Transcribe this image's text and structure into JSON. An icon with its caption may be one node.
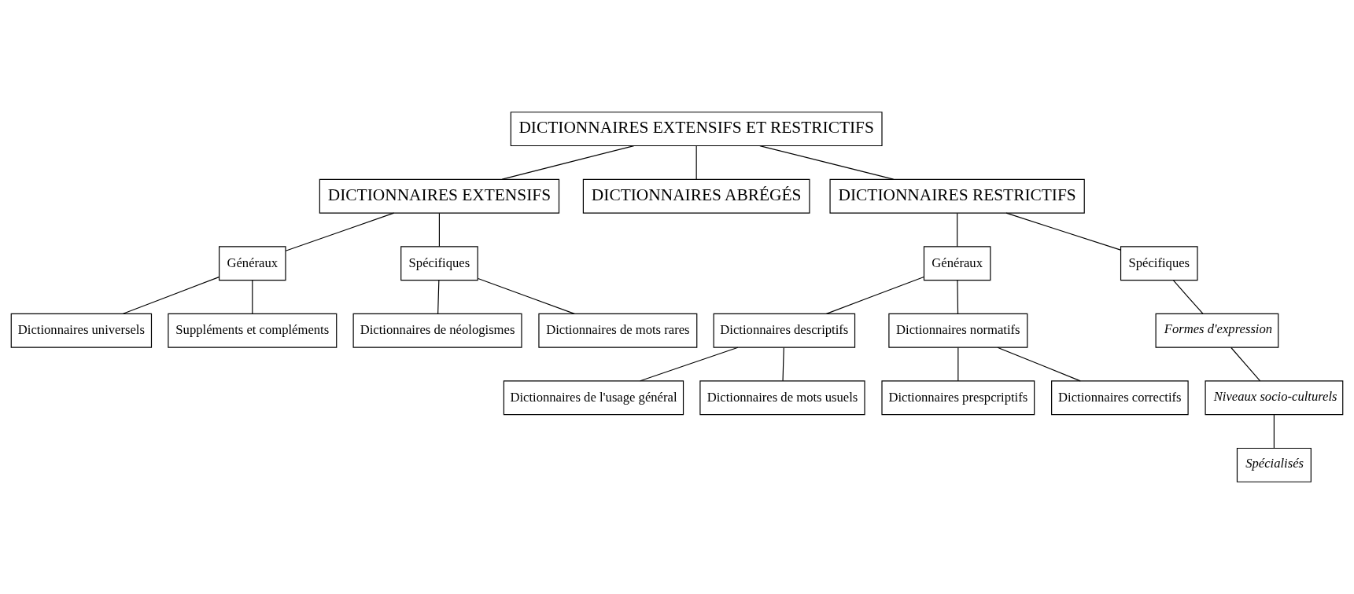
{
  "diagram": {
    "nodes": [
      {
        "text": [
          "DICTIONNAIRES EXTENSIFS ET RESTRICTIFS"
        ]
      },
      {
        "text": [
          "DICTIONNAIRES EXTENSIFS"
        ]
      },
      {
        "text": [
          "DICTIONNAIRES ABRÉGÉS"
        ]
      },
      {
        "text": [
          "DICTIONNAIRES RESTRICTIFS"
        ]
      },
      {
        "text": [
          "Généraux"
        ]
      },
      {
        "text": [
          "Spécifiques"
        ]
      },
      {
        "text": [
          "Dictionnaires universels"
        ]
      },
      {
        "text": [
          "Suppléments et compléments"
        ]
      },
      {
        "text": [
          "Dictionnaires de néologismes"
        ]
      },
      {
        "text": [
          "Dictionnaires de mots rares"
        ]
      },
      {
        "text": [
          "Généraux"
        ]
      },
      {
        "text": [
          "Spécifiques"
        ]
      },
      {
        "text": [
          "Dictionnaires descriptifs"
        ]
      },
      {
        "text": [
          "Dictionnaires normatifs"
        ]
      },
      {
        "text": [
          "Formes d'expression"
        ]
      },
      {
        "text": [
          "Niveaux socio-culturels"
        ]
      },
      {
        "text": [
          "Spécialisés"
        ]
      },
      {
        "text": [
          "Dictionnaires de l'usage général"
        ]
      },
      {
        "text": [
          "Dictionnaires de mots usuels"
        ]
      },
      {
        "text": [
          "Dictionnaires prespcriptifs"
        ]
      },
      {
        "text": [
          "Dictionnaires correctifs"
        ]
      }
    ],
    "edges": [
      {
        "from": 0,
        "to": 1,
        "arrow": "none"
      },
      {
        "from": 0,
        "to": 2,
        "arrow": "none"
      },
      {
        "from": 0,
        "to": 3,
        "arrow": "none"
      },
      {
        "from": 1,
        "to": 4,
        "arrow": "none"
      },
      {
        "from": 1,
        "to": 5,
        "arrow": "none"
      },
      {
        "from": 4,
        "to": 6,
        "arrow": "none"
      },
      {
        "from": 4,
        "to": 7,
        "arrow": "none"
      },
      {
        "from": 5,
        "to": 8,
        "arrow": "none"
      },
      {
        "from": 5,
        "to": 9,
        "arrow": "none"
      },
      {
        "from": 3,
        "to": 10,
        "arrow": "none"
      },
      {
        "from": 3,
        "to": 11,
        "arrow": "none"
      },
      {
        "from": 10,
        "to": 12,
        "arrow": "none"
      },
      {
        "from": 10,
        "to": 13,
        "arrow": "none"
      },
      {
        "from": 11,
        "to": 14,
        "arrow": "none"
      },
      {
        "from": 14,
        "to": 15,
        "arrow": "none"
      },
      {
        "from": 15,
        "to": 16,
        "arrow": "none"
      },
      {
        "from": 12,
        "to": 17,
        "arrow": "none"
      },
      {
        "from": 12,
        "to": 18,
        "arrow": "none"
      },
      {
        "from": 13,
        "to": 19,
        "arrow": "none"
      },
      {
        "from": 13,
        "to": 20,
        "arrow": "none"
      }
    ]
  }
}
